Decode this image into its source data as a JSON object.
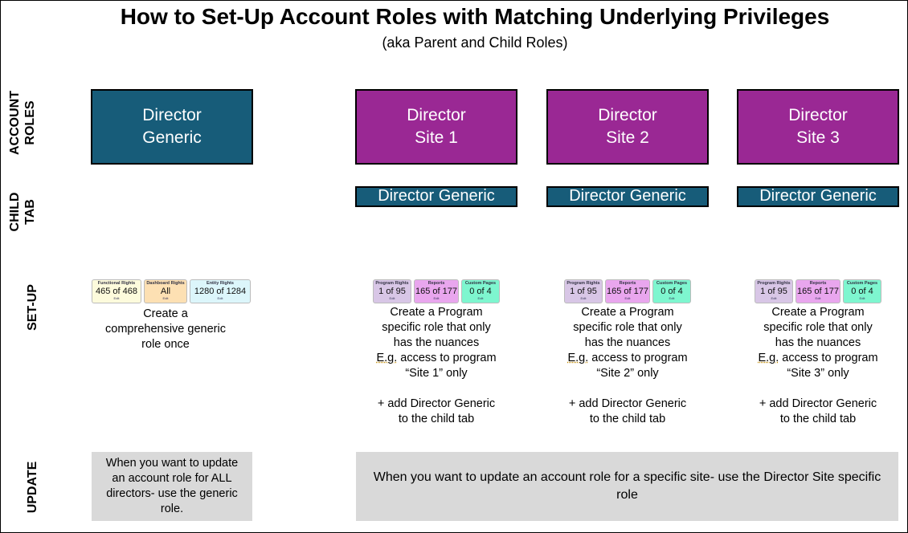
{
  "title": "How to Set-Up Account Roles with Matching Underlying Privileges",
  "subtitle": "(aka Parent  and Child Roles)",
  "row_labels": {
    "account_roles": [
      "ACCOUNT",
      "ROLES"
    ],
    "child_tab": [
      "CHILD",
      "TAB"
    ],
    "setup": [
      "SET-UP"
    ],
    "update": [
      "UPDATE"
    ]
  },
  "generic_role": {
    "line1": "Director",
    "line2": "Generic",
    "chips": [
      {
        "label": "Functional Rights",
        "value": "465 of 468",
        "edit": "Edit",
        "bg": "#fdfbdc"
      },
      {
        "label": "Dashboard Rights",
        "value": "All",
        "edit": "Edit",
        "bg": "#fde0b3"
      },
      {
        "label": "Entity Rights",
        "value": "1280 of 1284",
        "edit": "Edit",
        "bg": "#dcf6fb"
      }
    ],
    "description": [
      "Create a",
      "comprehensive generic",
      "role once"
    ],
    "update_text": "When you want to update an account role for ALL directors- use the generic role."
  },
  "site_roles": [
    {
      "line1": "Director",
      "line2": "Site 1",
      "child": "Director Generic",
      "site_quote": "“Site 1” only"
    },
    {
      "line1": "Director",
      "line2": "Site 2",
      "child": "Director Generic",
      "site_quote": "“Site 2” only"
    },
    {
      "line1": "Director",
      "line2": "Site 3",
      "child": "Director Generic",
      "site_quote": "“Site 3” only"
    }
  ],
  "site_chips": [
    {
      "label": "Program Rights",
      "value": "1 of 95",
      "edit": "Edit",
      "bg": "#d8c6e6"
    },
    {
      "label": "Reports",
      "value": "165 of 177",
      "edit": "Edit",
      "bg": "#e9a6ee"
    },
    {
      "label": "Custom Pages",
      "value": "0 of 4",
      "edit": "Edit",
      "bg": "#7ef6cf"
    }
  ],
  "site_description": {
    "line1": "Create a Program",
    "line2": "specific role that only",
    "line3": "has the nuances",
    "eg": "E.g.",
    "line4_rest": " access to program",
    "add_line1": "+ add Director Generic",
    "add_line2": "to the child tab"
  },
  "site_update_text": "When you want to update an account role for a specific site- use the Director Site specific role",
  "colors": {
    "generic": "#175c79",
    "site": "#9a2894",
    "update_bg": "#d9d9d9"
  }
}
